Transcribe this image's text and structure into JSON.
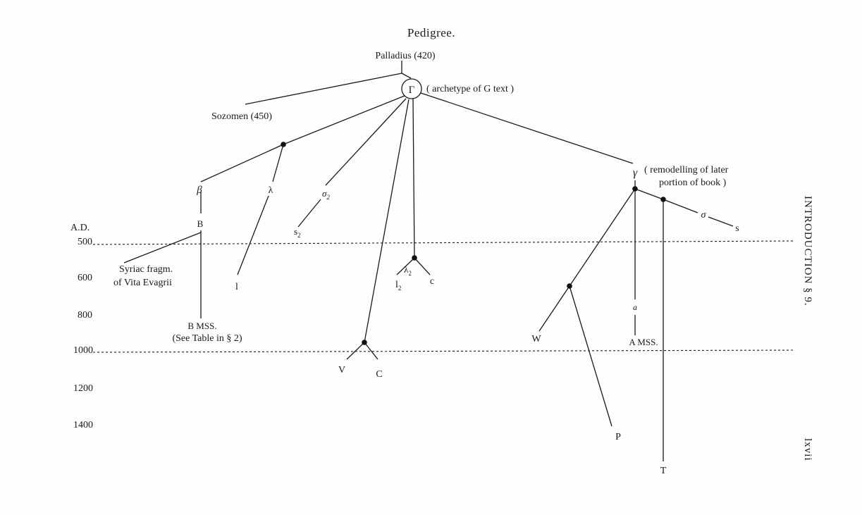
{
  "title": "Pedigree.",
  "side_caption": "INTRODUCTION § 9.",
  "page_number": "lxvii",
  "era_label": "A.D.",
  "years": [
    "500",
    "600",
    "800",
    "1000",
    "1200",
    "1400"
  ],
  "labels": {
    "palladius": "Palladius (420)",
    "gamma_upper": "Γ",
    "archetype_note": "( archetype of G text )",
    "sozomen": "Sozomen (450)",
    "beta": "β",
    "b_upper": "B",
    "lambda": "λ",
    "sigma2": "σ",
    "sigma2_sub": "2",
    "s2": "s",
    "s2_sub": "2",
    "syriac_line1": "Syriac fragm.",
    "syriac_line2": "of Vita Evagrii",
    "l": "l",
    "lambda2": "λ",
    "lambda2_sub": "2",
    "l2": "l",
    "l2_sub": "2",
    "c_lower": "c",
    "b_mss": "B MSS.",
    "see_table": "(See Table in § 2)",
    "v": "V",
    "c_upper": "C",
    "gamma_lower": "γ",
    "remodelling_line1": "( remodelling of later",
    "remodelling_line2": "portion of book )",
    "sigma": "σ",
    "s": "s",
    "w": "W",
    "p": "P",
    "alpha": "a",
    "a_mss": "A MSS.",
    "t": "T"
  }
}
